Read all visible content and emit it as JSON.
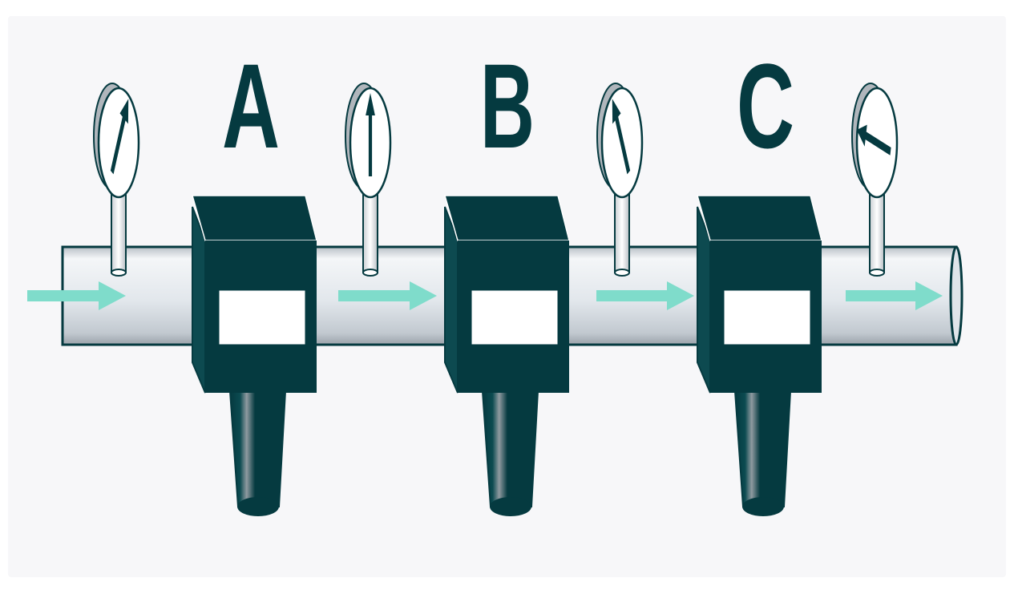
{
  "colors": {
    "background": "#ffffff",
    "panel": "#f7f7f9",
    "dark": "#053a40",
    "pipe_fill": "#e4e9ee",
    "pipe_shadow": "#aeb5bc",
    "flow_arrow": "#7fdccb",
    "gauge_face": "#ffffff",
    "gauge_rim": "#b0b6bc"
  },
  "stations": [
    {
      "label": "A"
    },
    {
      "label": "B"
    },
    {
      "label": "C"
    }
  ],
  "gauges": [
    {
      "name": "gauge-1",
      "needle": "up-right"
    },
    {
      "name": "gauge-2",
      "needle": "up"
    },
    {
      "name": "gauge-3",
      "needle": "up-left"
    },
    {
      "name": "gauge-4",
      "needle": "left"
    }
  ],
  "flow_arrows": [
    {
      "name": "flow-arrow-1",
      "direction": "right"
    },
    {
      "name": "flow-arrow-2",
      "direction": "right"
    },
    {
      "name": "flow-arrow-3",
      "direction": "right"
    },
    {
      "name": "flow-arrow-4",
      "direction": "right"
    }
  ]
}
